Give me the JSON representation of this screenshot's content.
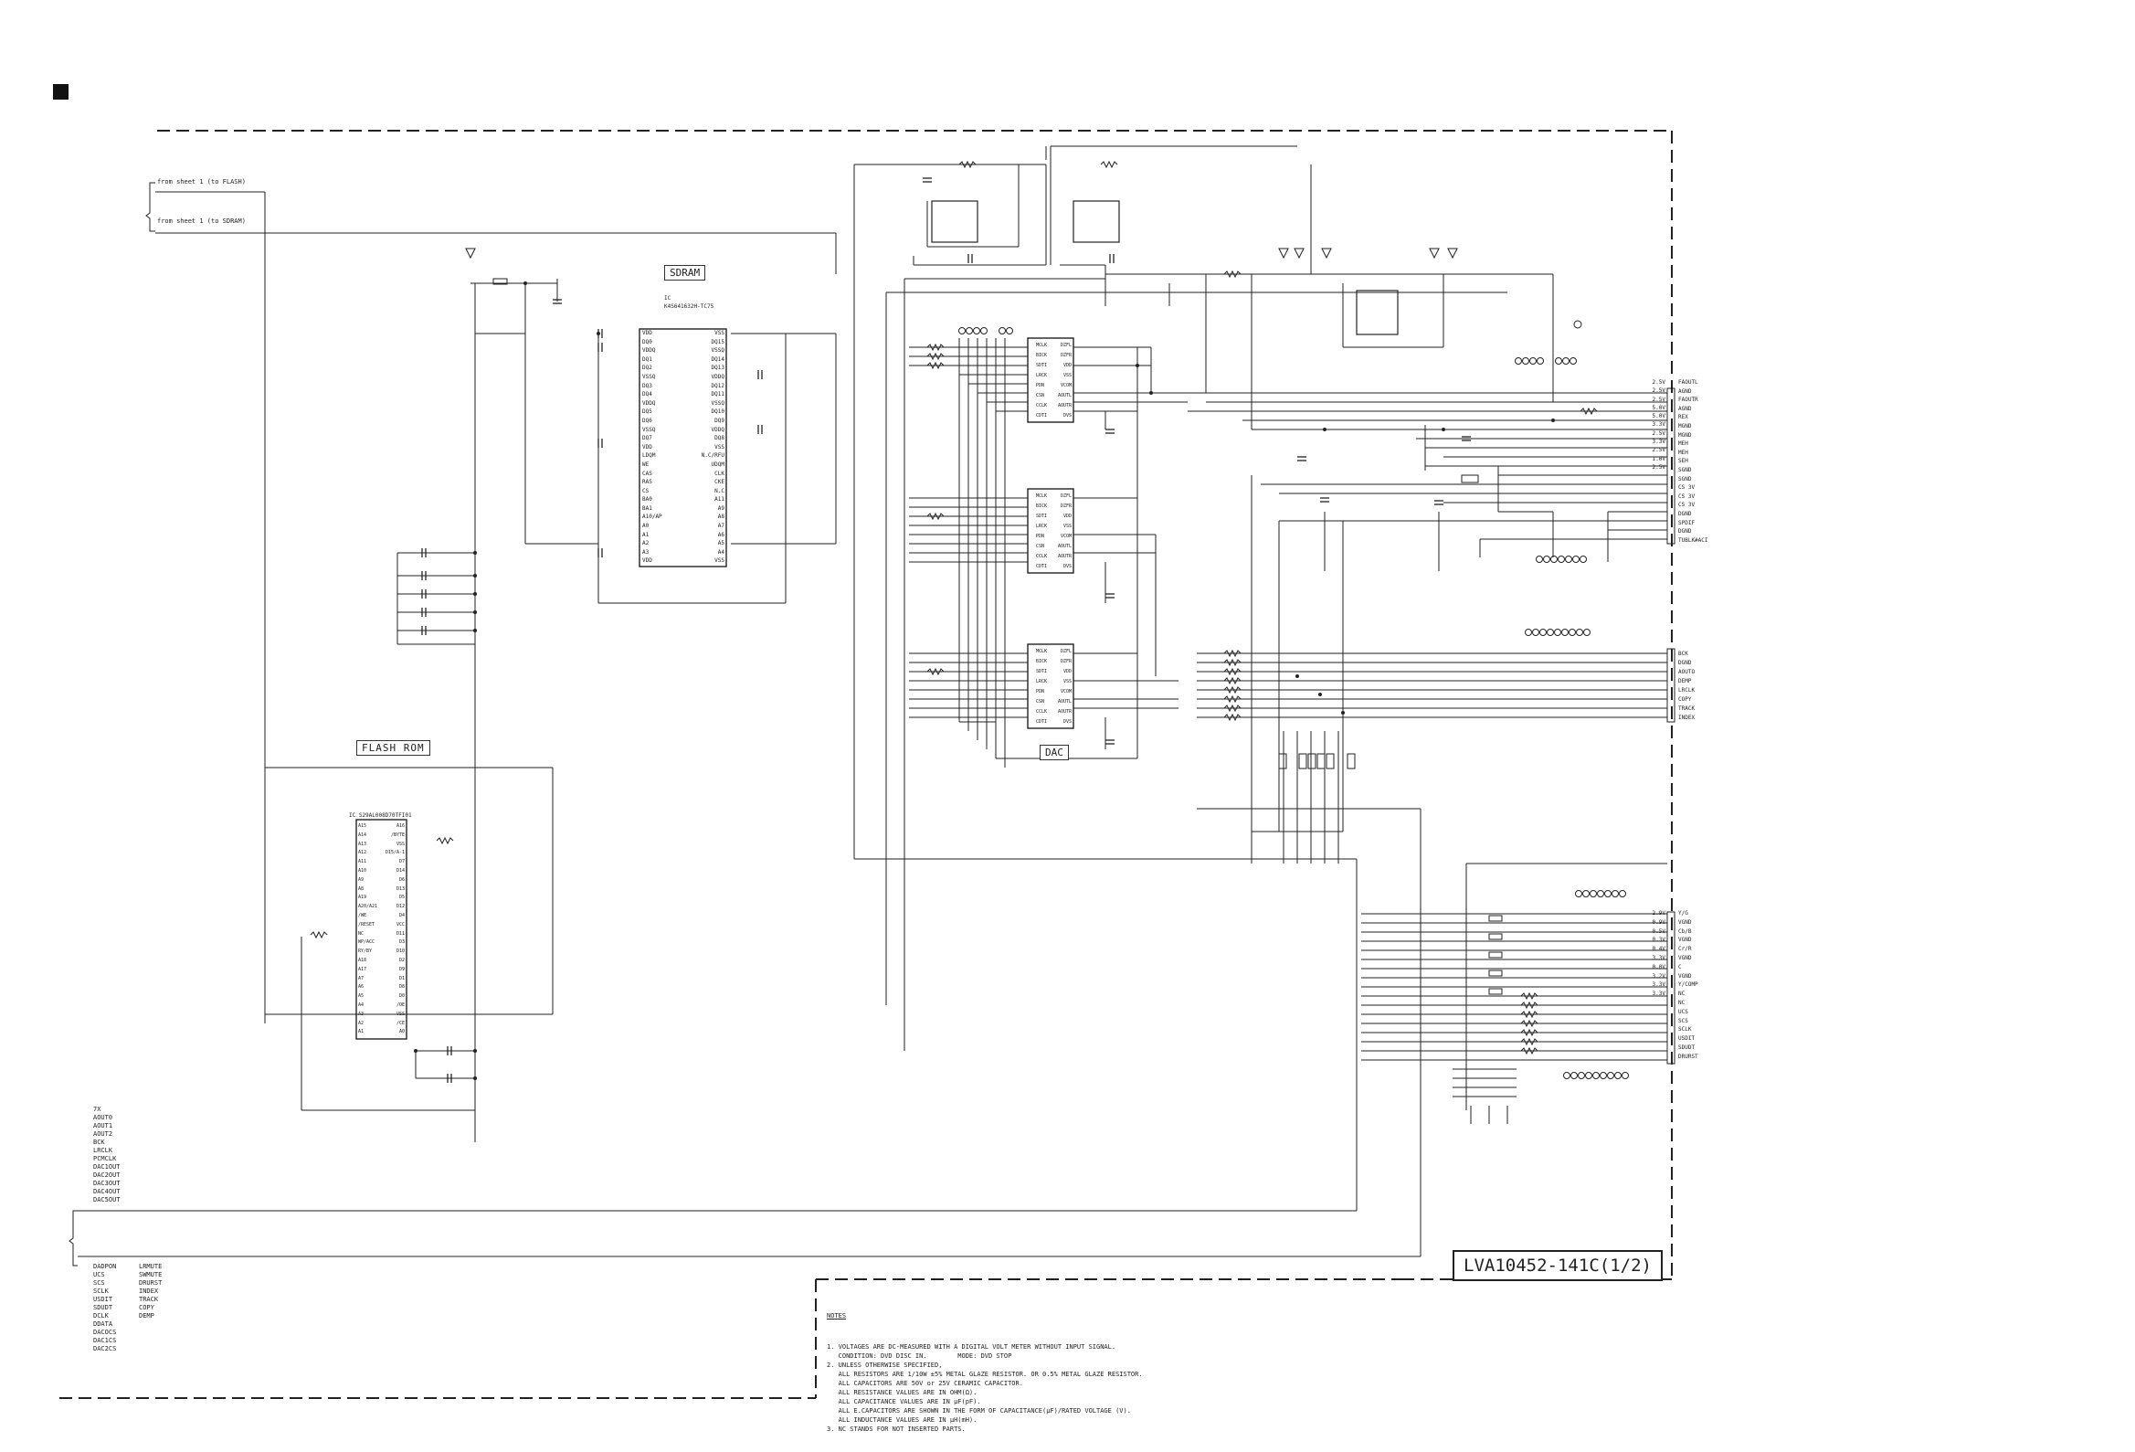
{
  "sheet": {
    "doc_code": "LVA10452-141C(1/2)",
    "from_flash": "from sheet 1 (to FLASH)",
    "from_sdram": "from sheet 1 (to SDRAM)"
  },
  "blocks": {
    "sdram": {
      "title": "SDRAM",
      "part_label": "IC\nK4S641632H-TC75",
      "left_pins": [
        "VDD",
        "DQ0",
        "VDDQ",
        "DQ1",
        "DQ2",
        "VSSQ",
        "DQ3",
        "DQ4",
        "VDDQ",
        "DQ5",
        "DQ6",
        "VSSQ",
        "DQ7",
        "VDD",
        "LDQM",
        "WE",
        "CAS",
        "RAS",
        "CS",
        "BA0",
        "BA1",
        "A10/AP",
        "A0",
        "A1",
        "A2",
        "A3",
        "VDD"
      ],
      "right_pins": [
        "VSS",
        "DQ15",
        "VSSQ",
        "DQ14",
        "DQ13",
        "VDDQ",
        "DQ12",
        "DQ11",
        "VSSQ",
        "DQ10",
        "DQ9",
        "VDDQ",
        "DQ8",
        "VSS",
        "N.C/RFU",
        "UDQM",
        "CLK",
        "CKE",
        "N.C",
        "A11",
        "A9",
        "A8",
        "A7",
        "A6",
        "A5",
        "A4",
        "VSS"
      ]
    },
    "flash": {
      "title": "FLASH ROM",
      "part_label": "IC S29AL008D70TFI01",
      "left_pins": [
        "A15",
        "A14",
        "A13",
        "A12",
        "A11",
        "A10",
        "A9",
        "A8",
        "A19",
        "A20/A21",
        "/WE",
        "/RESET",
        "NC",
        "WP/ACC",
        "RY/BY",
        "A18",
        "A17",
        "A7",
        "A6",
        "A5",
        "A4",
        "A3",
        "A2",
        "A1"
      ],
      "right_pins": [
        "A16",
        "/BYTE",
        "VSS",
        "D15/A-1",
        "D7",
        "D14",
        "D6",
        "D13",
        "D5",
        "D12",
        "D4",
        "VCC",
        "D11",
        "D3",
        "D10",
        "D2",
        "D9",
        "D1",
        "D8",
        "D0",
        "/OE",
        "VSS",
        "/CE",
        "A0"
      ]
    },
    "dac": {
      "title": "DAC",
      "left_pins": [
        "MCLK",
        "BICK",
        "SDTI",
        "LRCK",
        "PDN",
        "CSN",
        "CCLK",
        "CDTI"
      ],
      "right_pins": [
        "DZFL",
        "DZFR",
        "VDD",
        "VSS",
        "VCOM",
        "AOUTL",
        "AOUTR",
        "DVS"
      ]
    }
  },
  "connector_groups": {
    "audio": {
      "volts": [
        "2.5V",
        "",
        "",
        "2.5V",
        "",
        "2.5V",
        "",
        "5.0V",
        "5.0V",
        "",
        "",
        "",
        "",
        "3.3V",
        "2.5V",
        "3.3V",
        "2.5V",
        "",
        "1.0V",
        "2.5V",
        ""
      ],
      "signals": [
        "FAOUTL",
        "AGND",
        "FAOUTR",
        "AGND",
        "REX",
        "MGND",
        "MGND",
        "MEH",
        "MEH",
        "SEH",
        "SGND",
        "SGND",
        "CS 3V",
        "CS 3V",
        "CS 3V",
        "DGND",
        "SPDIF",
        "DGND",
        "TUBLK#ACI"
      ]
    },
    "digital": {
      "signals": [
        "BCK",
        "DGND",
        "AOUTO",
        "DEMP",
        "LRCLK",
        "COPY",
        "TRACK",
        "INDEX"
      ]
    },
    "video": {
      "volts": [
        "2.9V",
        "",
        "0.9V",
        "",
        "0.5V",
        "",
        "",
        "",
        "",
        "",
        "0.3V",
        "0.4V",
        "3.3V",
        "0.0V",
        "3.2V",
        "3.3V",
        "3.3V"
      ],
      "signals": [
        "Y/G",
        "VGND",
        "Cb/B",
        "VGND",
        "Cr/R",
        "VGND",
        "C",
        "VGND",
        "Y/COMP",
        "NC",
        "NC",
        "UCS",
        "SCS",
        "SCLK",
        "USDIT",
        "SDUDT",
        "DRURST"
      ]
    }
  },
  "legend_left": [
    "7X",
    "AOUT0",
    "AOUT1",
    "AOUT2",
    "BCK",
    "LRCLK",
    "PCMCLK",
    "DAC1OUT",
    "DAC2OUT",
    "DAC3OUT",
    "DAC4OUT",
    "DAC5OUT"
  ],
  "legend_bottom_col1": [
    "DADPON",
    "UCS",
    "SCS",
    "SCLK",
    "USDIT",
    "SDUDT",
    "DCLK",
    "DDATA",
    "DACOCS",
    "DAC1CS",
    "DAC2CS"
  ],
  "legend_bottom_col2": [
    "LRMUTE",
    "SWMUTE",
    "DRURST",
    "INDEX",
    "TRACK",
    "COPY",
    "DEMP"
  ],
  "notes": {
    "heading": "NOTES",
    "lines": [
      "1. VOLTAGES ARE DC-MEASURED WITH A DIGITAL VOLT METER WITHOUT INPUT SIGNAL.",
      "   CONDITION: DVD DISC IN.        MODE: DVD STOP",
      "2. UNLESS OTHERWISE SPECIFIED,",
      "   ALL RESISTORS ARE 1/10W ±5% METAL GLAZE RESISTOR. OR 0.5% METAL GLAZE RESISTOR.",
      "   ALL CAPACITORS ARE 50V or 25V CERAMIC CAPACITOR.",
      "   ALL RESISTANCE VALUES ARE IN OHM(Ω).",
      "   ALL CAPACITANCE VALUES ARE IN μF(pF).",
      "   ALL E.CAPACITORS ARE SHOWN IN THE FORM OF CAPACITANCE(μF)/RATED VOLTAGE (V).",
      "   ALL INDUCTANCE VALUES ARE IN μH(mH).",
      "3. NC STANDS FOR NOT INSERTED PARTS."
    ]
  },
  "colors": {
    "line": "#222222",
    "background": "#ffffff"
  }
}
